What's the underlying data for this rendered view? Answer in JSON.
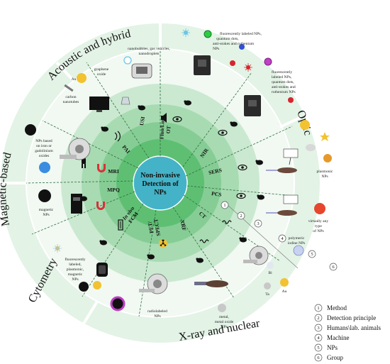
{
  "center": {
    "line1": "Non-invasive",
    "line2": "Detection of",
    "line3": "NPs"
  },
  "groups": {
    "acoustic": "Acoustic and hybrid",
    "optic": "Optic",
    "magnetic": "Magnetic-based",
    "cytometry": "Cytometry",
    "xray": "X-ray and nuclear"
  },
  "methods": {
    "usi": "USI",
    "fluo1": "Fluo/Lum",
    "fluo2": "OT",
    "nir": "NIR",
    "sers": "SERS",
    "pcs": "PCS",
    "ct": "CT",
    "xrf": "XRF",
    "pet1": "PET/",
    "pet2": "SPECT",
    "fcm1": "In vivo",
    "fcm2": "FCM",
    "mpq": "MPQ",
    "mri": "MRI",
    "pai": "PAI"
  },
  "nps": {
    "nanobubbles": [
      "nanobubbles, gas vehicles,",
      "nanodroplets"
    ],
    "graphene": [
      "graphene",
      "oxide"
    ],
    "au_label": "Au",
    "carbon": [
      "carbon",
      "nanotubes"
    ],
    "fluo_top": [
      "fluorescently labeled NPs,",
      "quantum dots,",
      "anti-stokes and ruthenium",
      "NPs"
    ],
    "fluo_right": [
      "fluorescently",
      "labeled NPs,",
      "quantum dots,",
      "anti-stokes and",
      "ruthenium NPs"
    ],
    "plasmonic": [
      "plasmonic",
      "NPs"
    ],
    "anytype": [
      "virtually any",
      "type",
      "of NPs"
    ],
    "iodine": [
      "polymeric",
      "iodine NPs"
    ],
    "bi": "Bi",
    "au2": "Au",
    "ta": "Ta",
    "metal": [
      "metal,",
      "metal oxide",
      "NPs"
    ],
    "radio": [
      "radiolabeled",
      "NPs"
    ],
    "cyto": [
      "fluorescently",
      "labeled,",
      "plasmonic,",
      "magnetic",
      "NPs"
    ],
    "magnetic": [
      "magnetic",
      "NPs"
    ],
    "iron": [
      "NPs based",
      "on iron or",
      "gadolinium",
      "oxides"
    ]
  },
  "legend": [
    {
      "num": "1",
      "label": "Method"
    },
    {
      "num": "2",
      "label": "Detection principle"
    },
    {
      "num": "3",
      "label": "Humans\\lab. animals"
    },
    {
      "num": "4",
      "label": "Machine"
    },
    {
      "num": "5",
      "label": "NPs"
    },
    {
      "num": "6",
      "label": "Group"
    }
  ],
  "colors": {
    "ring_outer": "#e3f3e6",
    "ring_np": "#f1f9f2",
    "ring_machine": "#cbe9d1",
    "ring_animal": "#a8dbb2",
    "ring_principle": "#86cd95",
    "ring_method": "#5ebf73",
    "center": "#45b3c7"
  }
}
